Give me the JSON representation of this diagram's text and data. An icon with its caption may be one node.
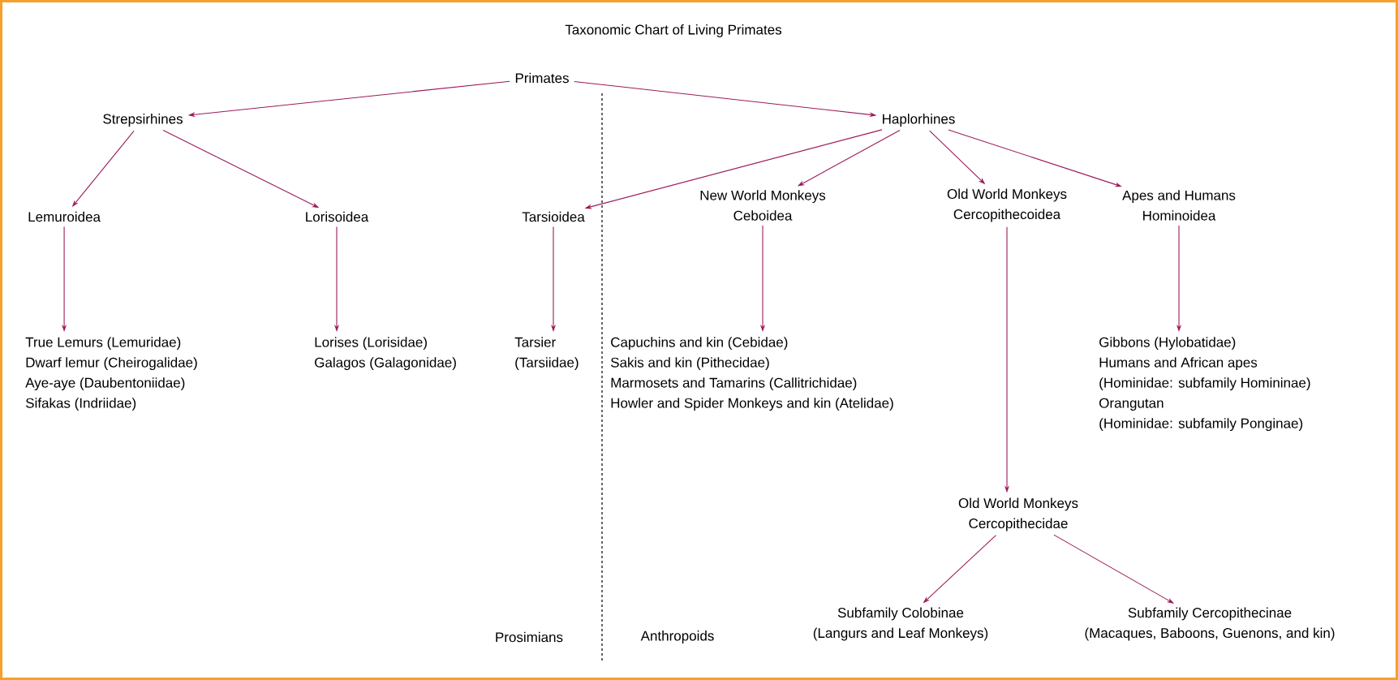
{
  "diagram": {
    "title": "Taxonomic Chart of Living Primates",
    "nodes": [
      {
        "text": [
          "Primates"
        ]
      },
      {
        "text": [
          "Strepsirhines"
        ]
      },
      {
        "text": [
          "Haplorhines"
        ]
      },
      {
        "text": [
          "Lemuroidea"
        ]
      },
      {
        "text": [
          "Lorisoidea"
        ]
      },
      {
        "text": [
          "Tarsioidea"
        ]
      },
      {
        "text": [
          "New World Monkeys",
          "Ceboidea"
        ]
      },
      {
        "text": [
          "Old World Monkeys",
          "Cercopithecoidea"
        ]
      },
      {
        "text": [
          "Apes and Humans",
          "Hominoidea"
        ]
      },
      {
        "text": [
          "True Lemurs (Lemuridae)",
          "Dwarf lemur (Cheirogalidae)",
          "Aye-aye (Daubentoniidae)",
          "Sifakas (Indriidae)"
        ]
      },
      {
        "text": [
          "Lorises (Lorisidae)",
          "Galagos (Galagonidae)"
        ]
      },
      {
        "text": [
          "Tarsier",
          "(Tarsiidae)"
        ]
      },
      {
        "text": [
          "Capuchins and kin (Cebidae)",
          "Sakis and kin (Pithecidae)",
          "Marmosets and Tamarins (Callitrichidae)",
          "Howler and Spider Monkeys and kin (Atelidae)"
        ]
      },
      {
        "text": [
          "Gibbons (Hylobatidae)",
          "Humans and African apes",
          "(Hominidae: subfamily Homininae)",
          "Orangutan",
          "(Hominidae: subfamily Ponginae)"
        ]
      },
      {
        "text": [
          "Old World Monkeys",
          "Cercopithecidae"
        ]
      },
      {
        "text": [
          "Subfamily Colobinae",
          "(Langurs and Leaf Monkeys)"
        ]
      },
      {
        "text": [
          "Subfamily Cercopithecinae",
          "(Macaques, Baboons, Guenons, and kin)"
        ]
      }
    ],
    "edges": [
      {
        "from": 0,
        "to": 1,
        "arrow": "to"
      },
      {
        "from": 0,
        "to": 2,
        "arrow": "to"
      },
      {
        "from": 1,
        "to": 3,
        "arrow": "to"
      },
      {
        "from": 1,
        "to": 4,
        "arrow": "to"
      },
      {
        "from": 2,
        "to": 5,
        "arrow": "to"
      },
      {
        "from": 2,
        "to": 6,
        "arrow": "to"
      },
      {
        "from": 2,
        "to": 7,
        "arrow": "to"
      },
      {
        "from": 2,
        "to": 8,
        "arrow": "to"
      },
      {
        "from": 3,
        "to": 9,
        "arrow": "to"
      },
      {
        "from": 4,
        "to": 10,
        "arrow": "to"
      },
      {
        "from": 5,
        "to": 11,
        "arrow": "to"
      },
      {
        "from": 6,
        "to": 12,
        "arrow": "to"
      },
      {
        "from": 8,
        "to": 13,
        "arrow": "to"
      },
      {
        "from": 7,
        "to": 14,
        "arrow": "to"
      },
      {
        "from": 14,
        "to": 15,
        "arrow": "to"
      },
      {
        "from": 14,
        "to": 16,
        "arrow": "to"
      }
    ],
    "labels": [
      "Prosimians",
      "Anthropoids"
    ]
  }
}
